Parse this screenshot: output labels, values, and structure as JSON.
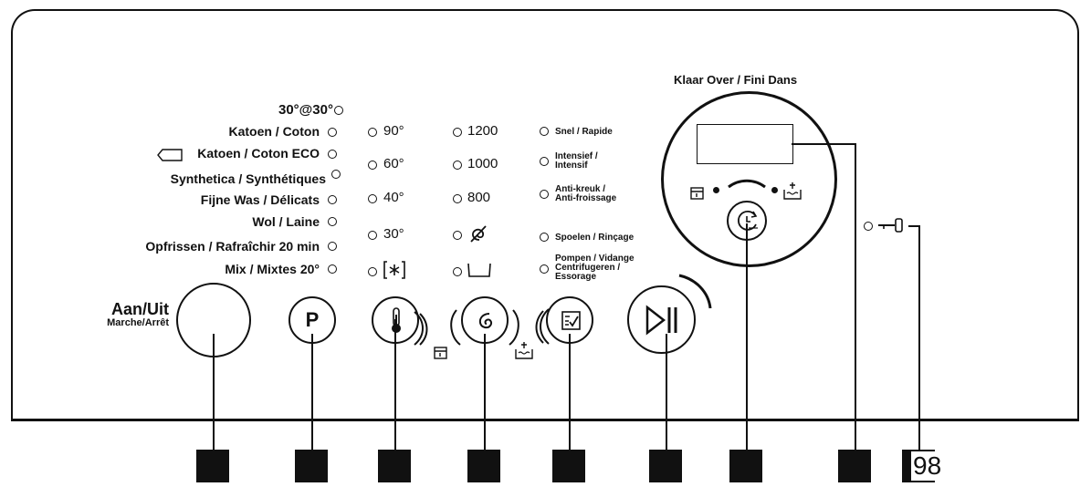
{
  "display": {
    "title": "Klaar Over / Fini Dans"
  },
  "power": {
    "label": "Aan/Uit",
    "sublabel": "Marche/Arrêt"
  },
  "programs": [
    "30°@30°",
    "Katoen / Coton",
    "Katoen / Coton ECO",
    "Synthetica / Synthétiques",
    "Fijne Was / Délicats",
    "Wol / Laine",
    "Opfrissen / Rafraîchir 20 min",
    "Mix / Mixtes 20°"
  ],
  "temperatures": [
    "90°",
    "60°",
    "40°",
    "30°"
  ],
  "spin_speeds": [
    "1200",
    "1000",
    "800"
  ],
  "options": [
    [
      "Snel / Rapide"
    ],
    [
      "Intensief /",
      "Intensif"
    ],
    [
      "Anti-kreuk /",
      "Anti-froissage"
    ],
    [
      "Spoelen / Rinçage"
    ],
    [
      "Pompen / Vidange",
      "Centrifugeren /",
      "Essorage"
    ]
  ],
  "page_number": "98",
  "icons": {
    "program_button": "P",
    "cold_wash": "snowflake-in-box-icon",
    "no_spin": "no-spin-icon",
    "rinse_hold": "tub-icon",
    "temperature": "thermometer-icon",
    "spin": "spin-icon",
    "options": "checklist-icon",
    "start_pause": "play-pause-icon",
    "delay": "clock-icon",
    "door_lock": "key-lock-icon"
  }
}
